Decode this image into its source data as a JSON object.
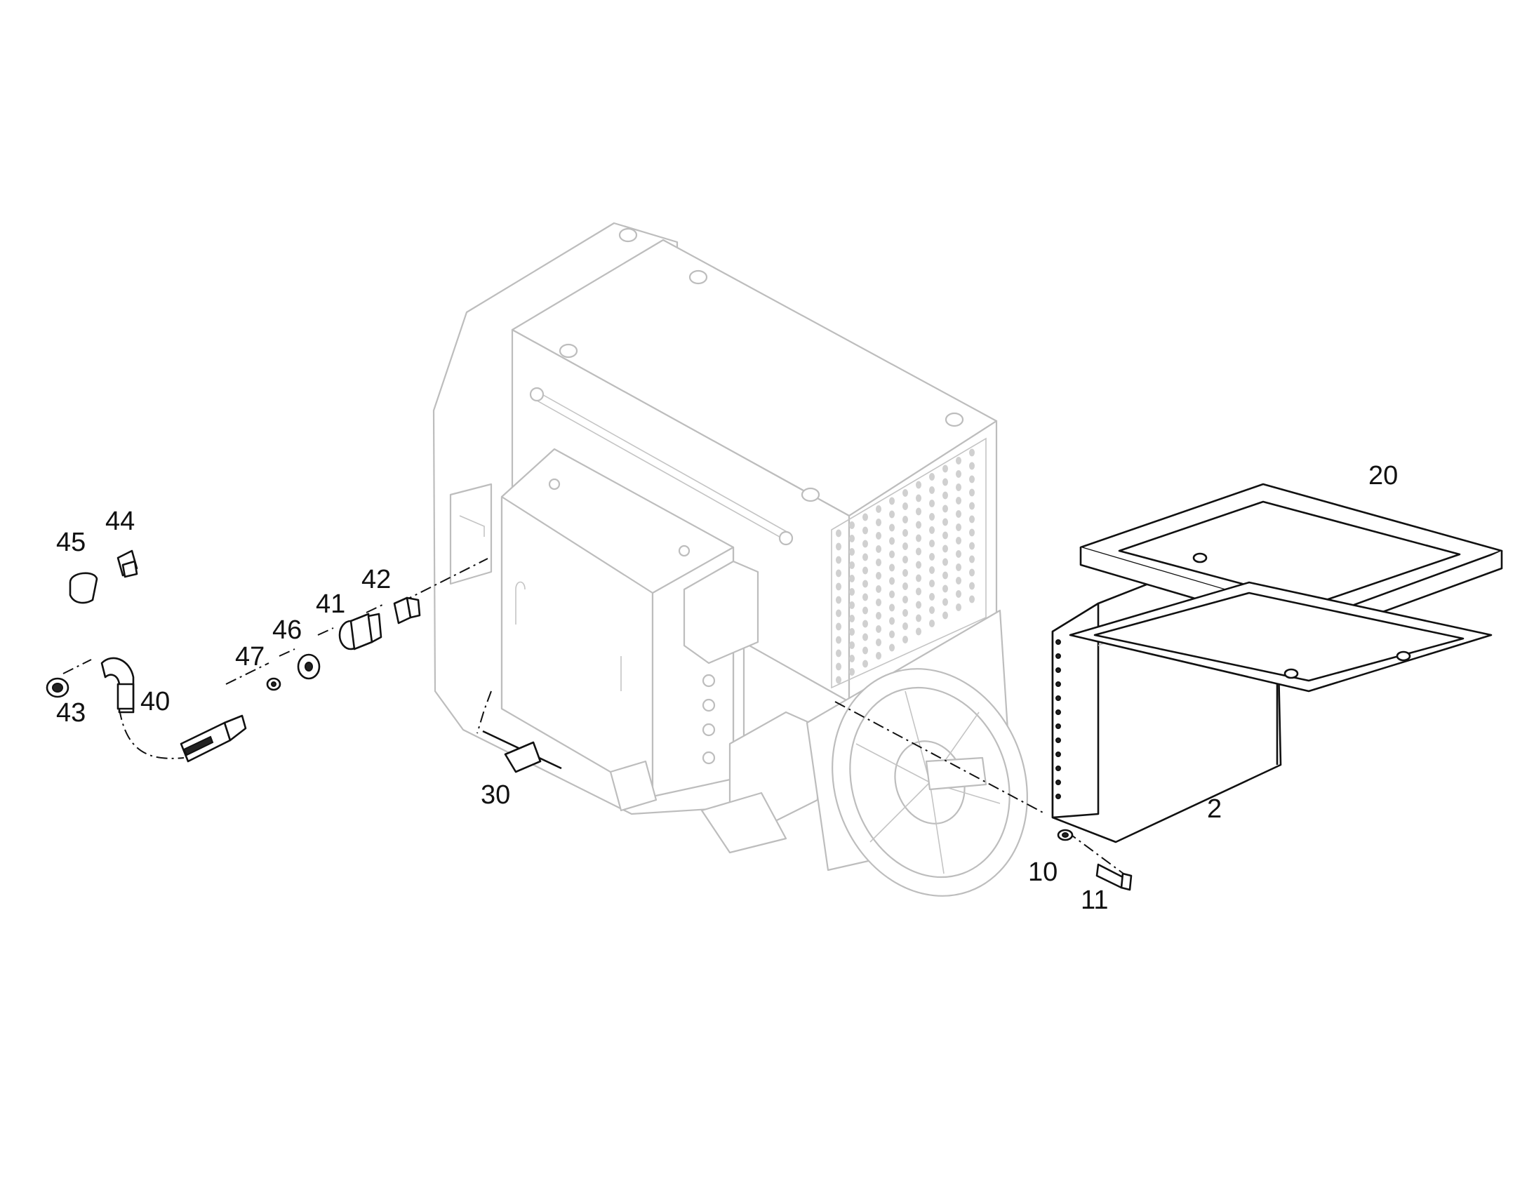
{
  "callouts": {
    "c2": "2",
    "c10": "10",
    "c11": "11",
    "c20": "20",
    "c30": "30",
    "c40": "40",
    "c41": "41",
    "c42": "42",
    "c43": "43",
    "c44": "44",
    "c45": "45",
    "c46": "46",
    "c47": "47"
  }
}
